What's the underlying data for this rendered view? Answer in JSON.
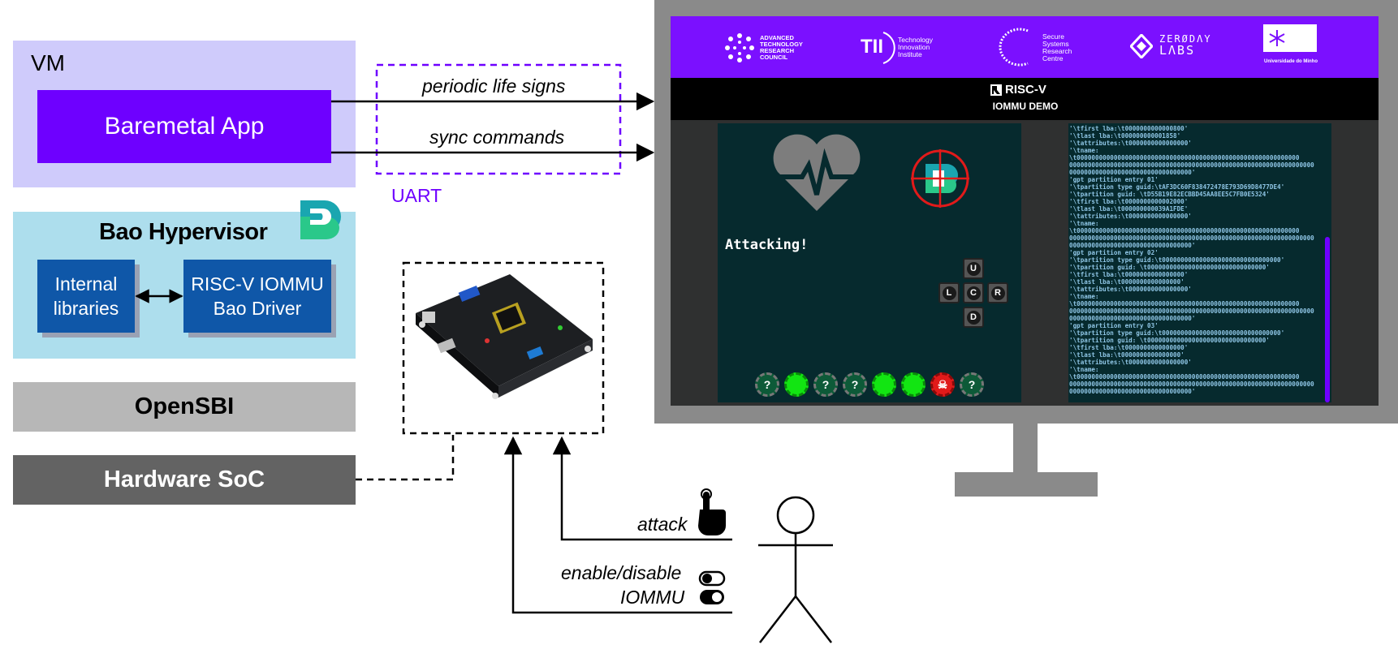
{
  "stack": {
    "vm_label": "VM",
    "app_label": "Baremetal App",
    "hypervisor_label": "Bao Hypervisor",
    "internal_libraries": [
      "Internal",
      "libraries"
    ],
    "driver": [
      "RISC-V IOMMU",
      "Bao Driver"
    ],
    "opensbi_label": "OpenSBI",
    "hardware_label": "Hardware SoC"
  },
  "links": {
    "life_signs": "periodic life signs",
    "sync_commands": "sync commands",
    "uart": "UART",
    "attack": "attack",
    "enable_disable": "enable/disable",
    "iommu": "IOMMU"
  },
  "screen": {
    "sponsors": [
      [
        "ADVANCED",
        "TECHNOLOGY",
        "RESEARCH",
        "COUNCIL"
      ],
      [
        "Technology",
        "Innovation",
        "Institute"
      ],
      [
        "Secure",
        "Systems",
        "Research",
        "Centre"
      ],
      "Universidade do Minho"
    ],
    "tii_mark": "TII",
    "zeroday_mark": [
      "ZERØDΛY",
      "LΛBS"
    ],
    "riscv_label": "RISC-V",
    "demo_title": "IOMMU DEMO",
    "attacking": "Attacking!",
    "dpad": {
      "up": "U",
      "left": "L",
      "center": "C",
      "right": "R",
      "down": "D"
    },
    "status_dots": [
      "?",
      "",
      "?",
      "?",
      "",
      "",
      "☠",
      "?"
    ],
    "terminal_lines": [
      "'\\tfirst lba:\\t0000000000000800'",
      "'\\tlast lba:\\t000000000001858'",
      "'\\tattributes:\\t0000000000000000'",
      "'\\tname:",
      "\\t000000000000000000000000000000000000000000000000000000000000",
      "000000000000000000000000000000000000000000000000000000000000000000",
      "000000000000000000000000000000000'",
      "'gpt partition entry 01'",
      "'\\tpartition type guid:\\tAF3DC60F838472478E793D69D8477DE4'",
      "'\\tpartition guid:     \\tD55B19E82ECBBD45AA8EE5C7FB0E5324'",
      "'\\tfirst lba:\\t0000000000002000'",
      "'\\tlast lba:\\t000000000039A1FDE'",
      "'\\tattributes:\\t0000000000000000'",
      "'\\tname:",
      "\\t000000000000000000000000000000000000000000000000000000000000",
      "000000000000000000000000000000000000000000000000000000000000000000",
      "000000000000000000000000000000000'",
      "'gpt partition entry 02'",
      "'\\tpartition type guid:\\t00000000000000000000000000000000'",
      "'\\tpartition guid:     \\t00000000000000000000000000000000'",
      "'\\tfirst lba:\\t0000000000000000'",
      "'\\tlast lba:\\t0000000000000000'",
      "'\\tattributes:\\t0000000000000000'",
      "'\\tname:",
      "\\t000000000000000000000000000000000000000000000000000000000000",
      "000000000000000000000000000000000000000000000000000000000000000000",
      "000000000000000000000000000000000'",
      "'gpt partition entry 03'",
      "'\\tpartition type guid:\\t00000000000000000000000000000000'",
      "'\\tpartition guid:     \\t00000000000000000000000000000000'",
      "'\\tfirst lba:\\t0000000000000000'",
      "'\\tlast lba:\\t0000000000000000'",
      "'\\tattributes:\\t0000000000000000'",
      "'\\tname:",
      "\\t000000000000000000000000000000000000000000000000000000000000",
      "000000000000000000000000000000000000000000000000000000000000000000",
      "000000000000000000000000000000000'"
    ]
  },
  "colors": {
    "vm_bg": "#cfcbfb",
    "accent_purple": "#6e00ff",
    "hypervisor_bg": "#addeed",
    "driver_blue": "#0f57a8",
    "opensbi_gray": "#b7b7b7",
    "hardware_gray": "#636363",
    "monitor_gray": "#8a8a8a",
    "screen_teal": "#062a2e",
    "ok_green": "#12e512",
    "alert_red": "#e11a1a"
  },
  "icons": [
    "bao-logo-icon",
    "fpga-board-icon",
    "heart-pulse-icon",
    "target-crosshair-icon",
    "pointing-hand-icon",
    "toggle-off-icon",
    "toggle-on-icon",
    "stick-figure-icon",
    "skull-icon"
  ]
}
